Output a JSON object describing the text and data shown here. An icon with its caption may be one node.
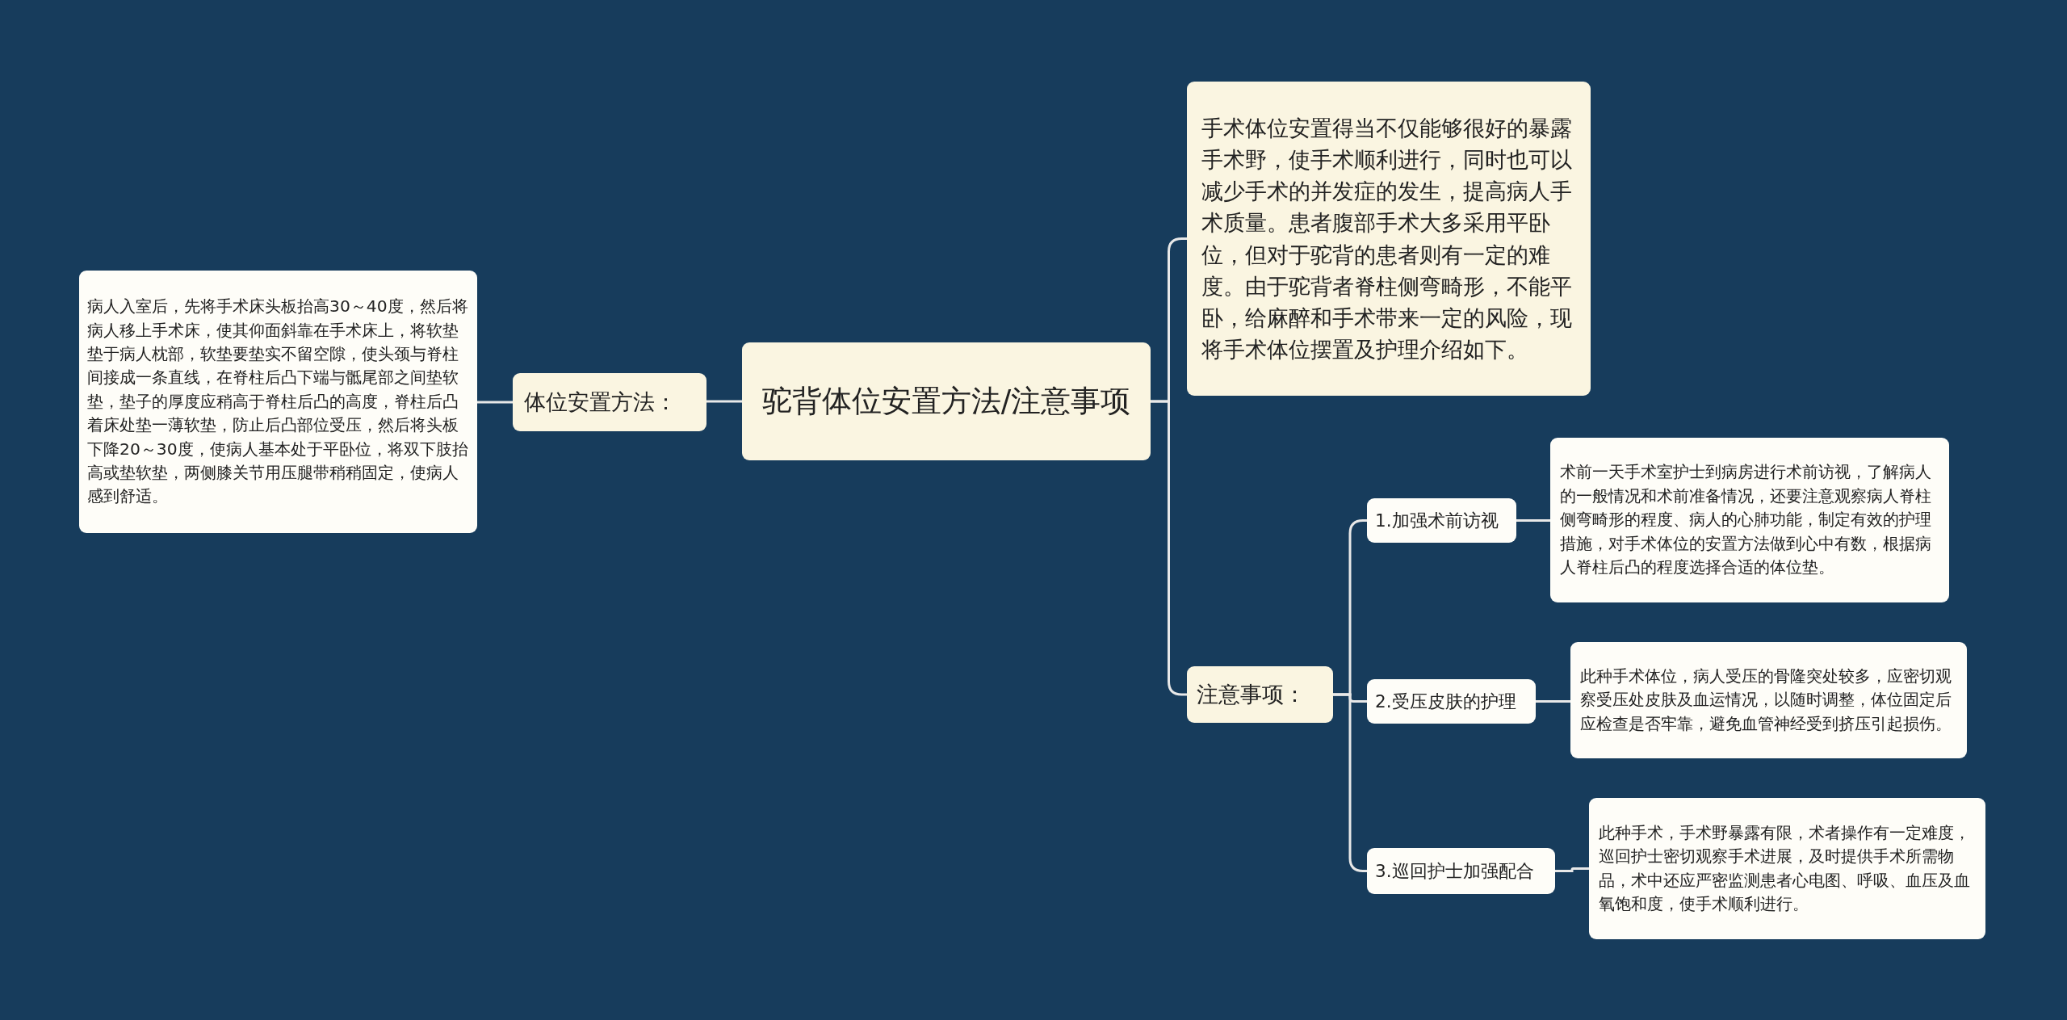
{
  "diagram": {
    "nodes": [
      {
        "text": [
          "驼背体位安置方法/注意事项"
        ]
      },
      {
        "text": [
          "体位安置方法："
        ]
      },
      {
        "text": [
          "病人入室后，先将手术床头板抬高30～40度，然后将病人移上手术床，使其仰面斜靠在手术床上，将软垫垫于病人枕部，软垫要垫实不留空隙，使头颈与脊柱间接成一条直线，在脊柱后凸下端与骶尾部之间垫软垫，垫子的厚度应稍高于脊柱后凸的高度，脊柱后凸着床处垫一薄软垫，防止后凸部位受压，然后将头板下降20～30度，使病人基本处于平卧位，将双下肢抬高或垫软垫，两侧膝关节用压腿带稍稍固定，使病人感到舒适。"
        ]
      },
      {
        "text": [
          "手术体位安置得当不仅能够很好的暴露手术野，使手术顺利进行，同时也可以减少手术的并发症的发生，提高病人手术质量。患者腹部手术大多采用平卧位，但对于驼背的患者则有一定的难度。由于驼背者脊柱侧弯畸形，不能平卧，给麻醉和手术带来一定的风险，现将手术体位摆置及护理介绍如下。"
        ]
      },
      {
        "text": [
          "注意事项："
        ]
      },
      {
        "text": [
          "1.加强术前访视"
        ]
      },
      {
        "text": [
          "术前一天手术室护士到病房进行术前访视，了解病人的一般情况和术前准备情况，还要注意观察病人脊柱侧弯畸形的程度、病人的心肺功能，制定有效的护理措施，对手术体位的安置方法做到心中有数，根据病人脊柱后凸的程度选择合适的体位垫。"
        ]
      },
      {
        "text": [
          "2.受压皮肤的护理"
        ]
      },
      {
        "text": [
          "此种手术体位，病人受压的骨隆突处较多，应密切观察受压处皮肤及血运情况，以随时调整，体位固定后应检查是否牢靠，避免血管神经受到挤压引起损伤。"
        ]
      },
      {
        "text": [
          "3.巡回护士加强配合"
        ]
      },
      {
        "text": [
          "此种手术，手术野暴露有限，术者操作有一定难度，巡回护士密切观察手术进展，及时提供手术所需物品，术中还应严密监测患者心电图、呼吸、血压及血氧饱和度，使手术顺利进行。"
        ]
      }
    ],
    "edges": [
      {
        "from": 0,
        "to": 1,
        "arrow": "none"
      },
      {
        "from": 1,
        "to": 2,
        "arrow": "none"
      },
      {
        "from": 0,
        "to": 3,
        "arrow": "none"
      },
      {
        "from": 0,
        "to": 4,
        "arrow": "none"
      },
      {
        "from": 4,
        "to": 5,
        "arrow": "none"
      },
      {
        "from": 4,
        "to": 7,
        "arrow": "none"
      },
      {
        "from": 4,
        "to": 9,
        "arrow": "none"
      },
      {
        "from": 5,
        "to": 6,
        "arrow": "none"
      },
      {
        "from": 7,
        "to": 8,
        "arrow": "none"
      },
      {
        "from": 9,
        "to": 10,
        "arrow": "none"
      }
    ]
  }
}
